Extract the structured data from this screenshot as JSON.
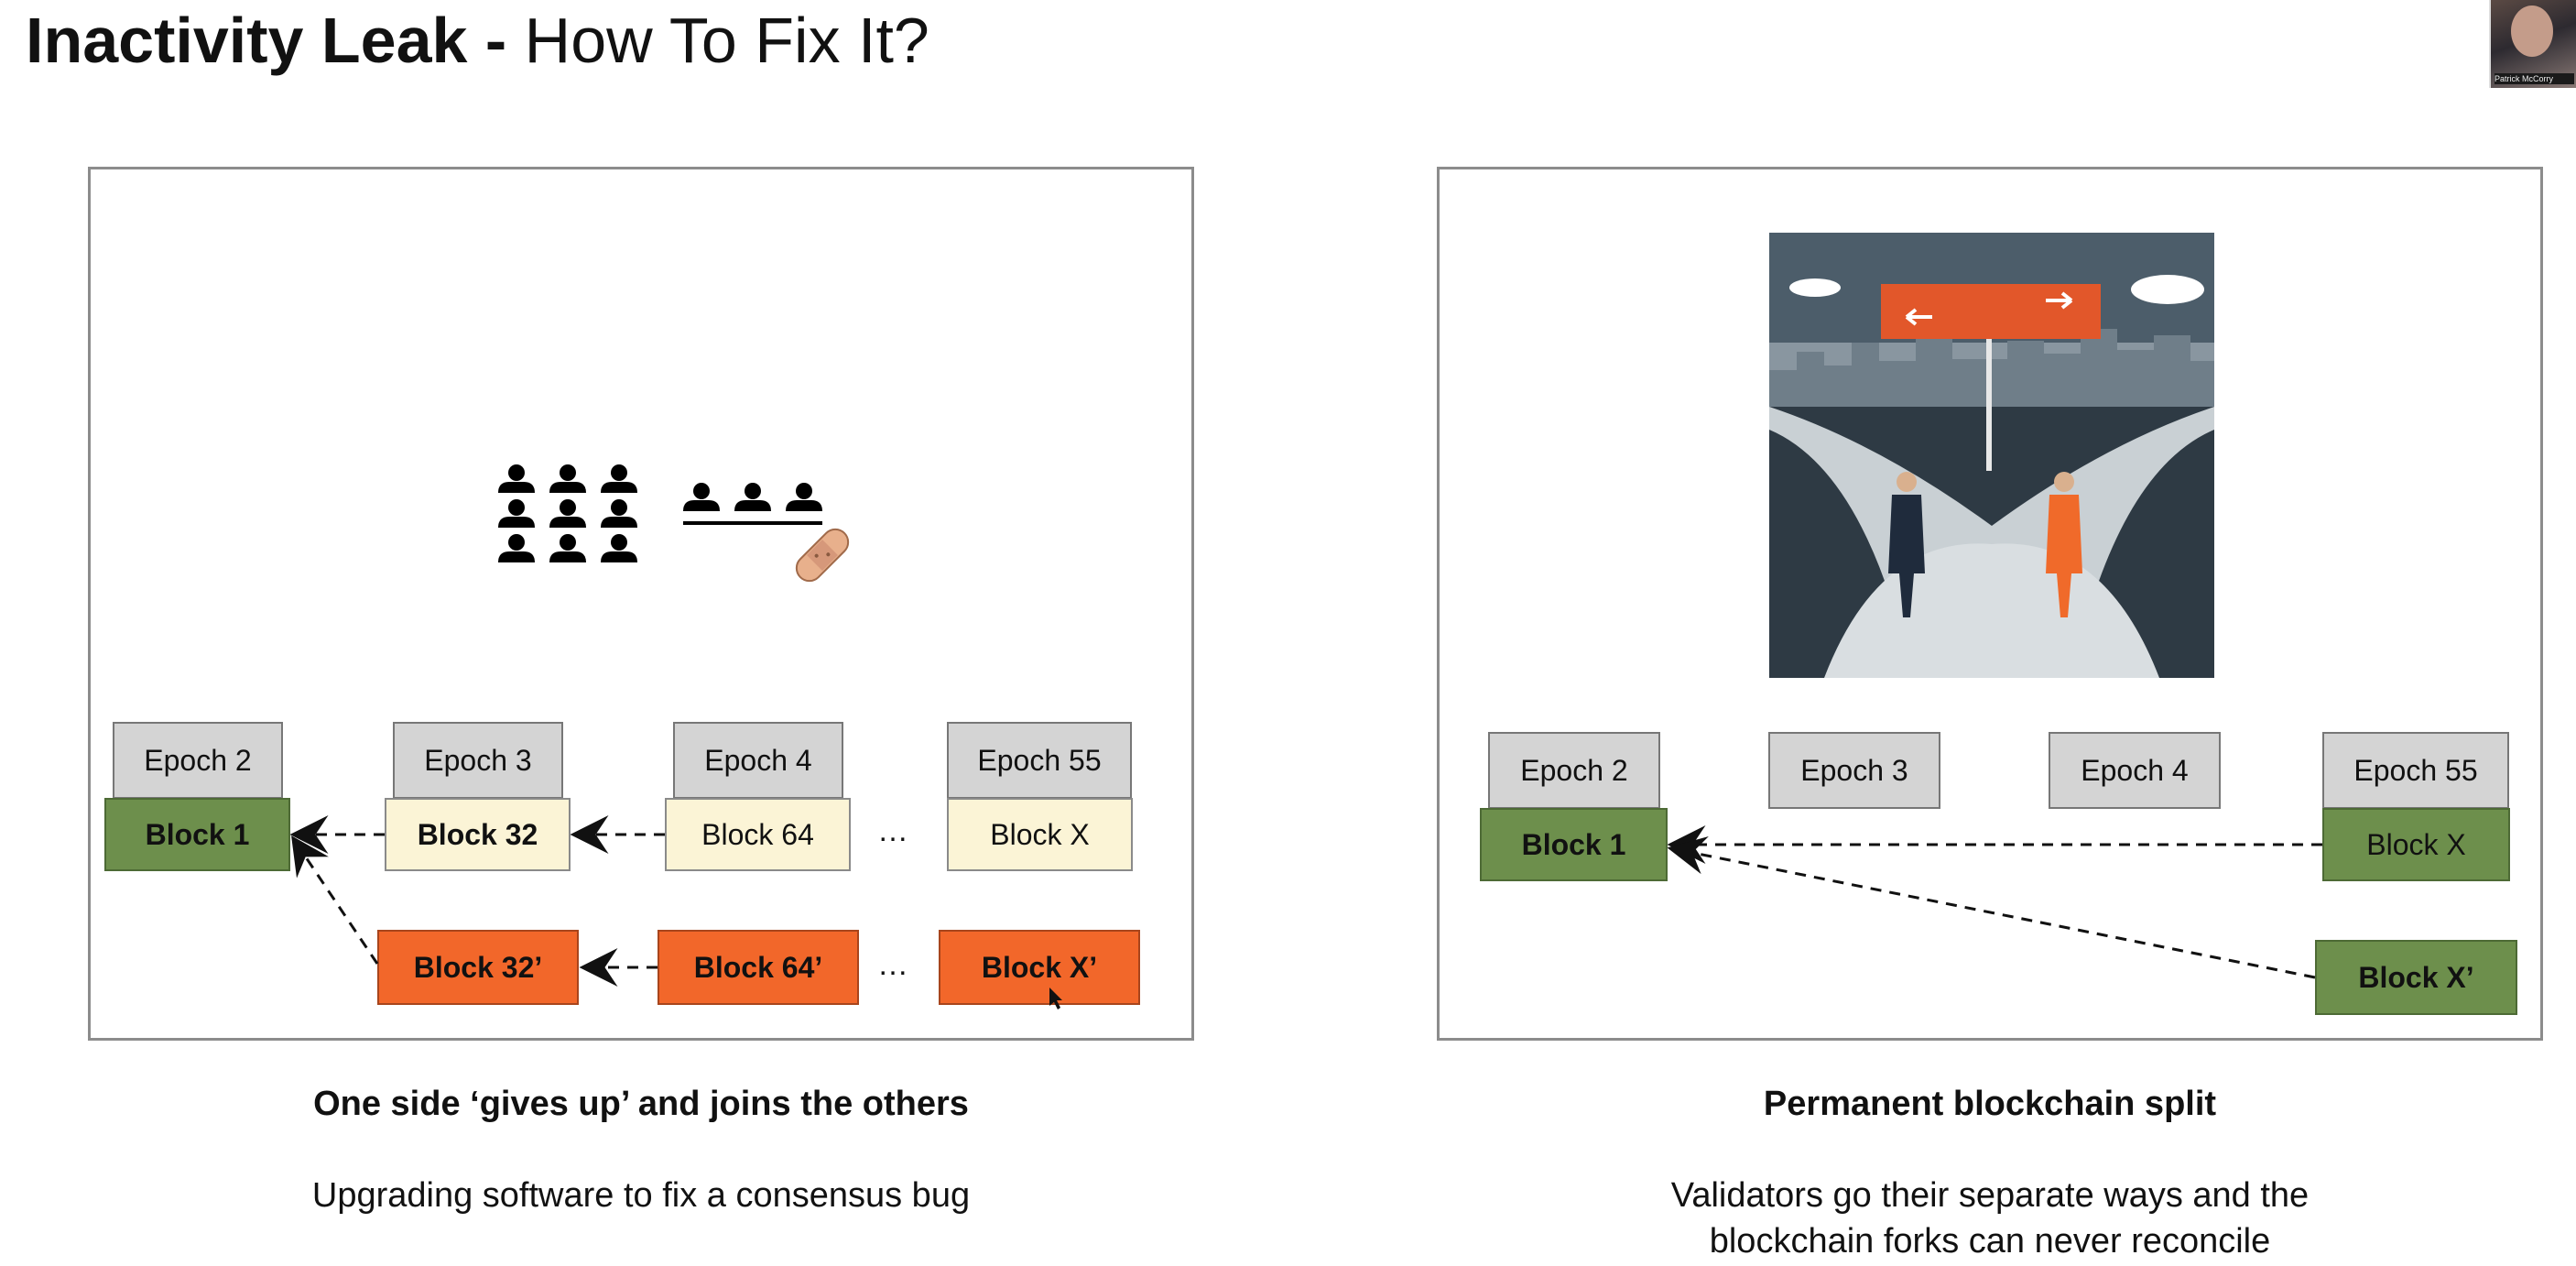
{
  "title": {
    "bold": "Inactivity Leak -",
    "regular": "How To Fix It?"
  },
  "webcam": {
    "name_tag": "Patrick McCorry"
  },
  "left": {
    "epochs": [
      "Epoch 2",
      "Epoch 3",
      "Epoch 4",
      "Epoch 55"
    ],
    "main_chain": [
      "Block 1",
      "Block 32",
      "Block 64",
      "Block X"
    ],
    "fork_chain": [
      "Block 32’",
      "Block 64’",
      "Block X’"
    ],
    "ellipsis": "…",
    "validators": {
      "group_a": 9,
      "group_b": 3
    },
    "caption_bold": "One side ‘gives up’ and joins the others",
    "caption": "Upgrading software to fix a consensus bug"
  },
  "right": {
    "epochs": [
      "Epoch 2",
      "Epoch 3",
      "Epoch 4",
      "Epoch 55"
    ],
    "blocks": [
      "Block 1",
      "Block X",
      "Block X’"
    ],
    "caption_bold": "Permanent blockchain split",
    "caption_line1": "Validators go their separate ways and the",
    "caption_line2": "blockchain forks can never reconcile"
  },
  "colors": {
    "green": "#6d8f4c",
    "cream": "#fbf4d6",
    "orange": "#f2672a",
    "epoch_gray": "#d4d4d4"
  }
}
